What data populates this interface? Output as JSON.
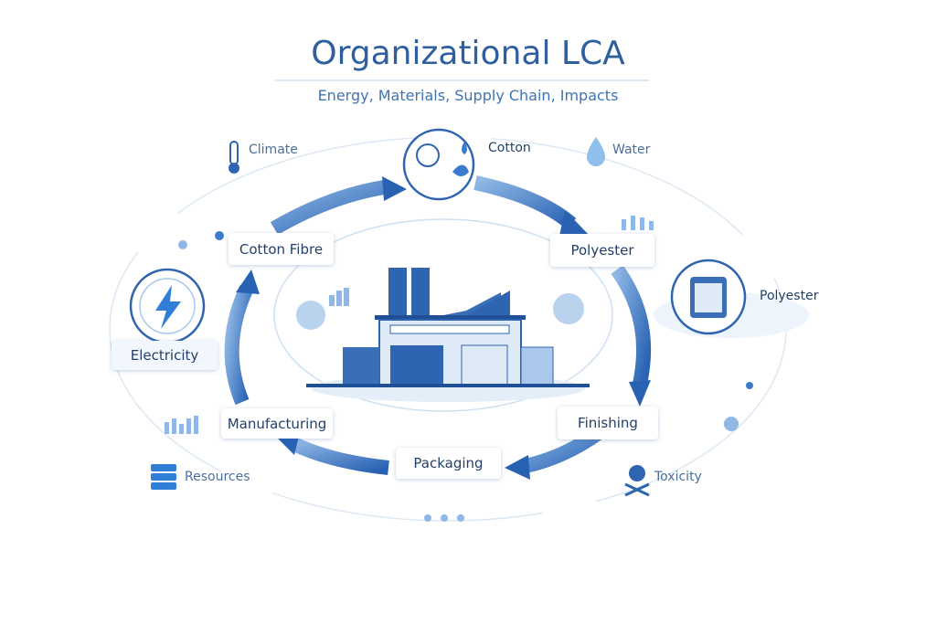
{
  "header": {
    "title": "Organizational LCA",
    "subtitle": "Energy, Materials, Supply Chain, Impacts"
  },
  "stages": {
    "cotton_fibre": "Cotton Fibre",
    "polyester": "Polyester",
    "electricity": "Electricity",
    "manufacturing": "Manufacturing",
    "finishing": "Finishing",
    "packaging": "Packaging"
  },
  "inputs": {
    "cotton": "Cotton",
    "polyester": "Polyester"
  },
  "impacts": {
    "climate": "Climate",
    "water": "Water",
    "resources": "Resources",
    "toxicity": "Toxicity"
  },
  "colors": {
    "primary": "#2f64b0",
    "light": "#a9c8ec",
    "text": "#24406a"
  }
}
